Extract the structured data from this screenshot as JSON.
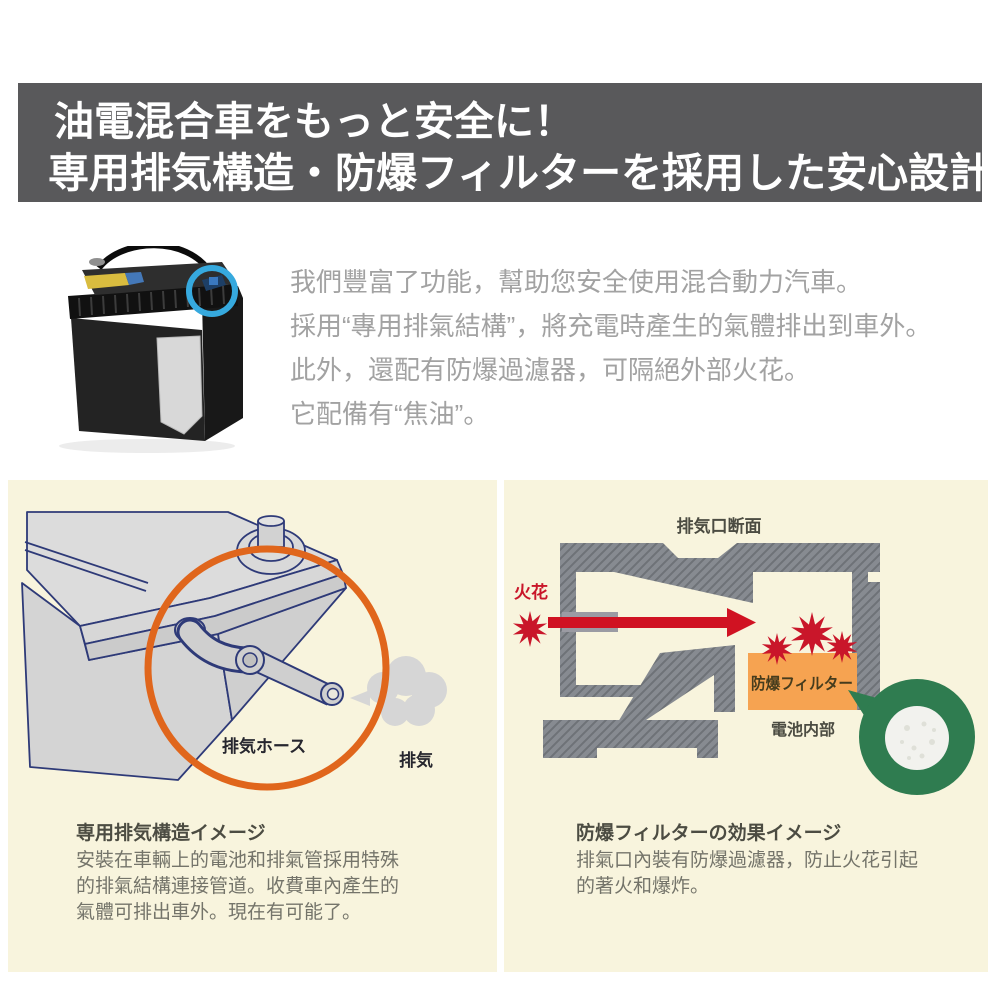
{
  "banner": {
    "line1": "油電混合車をもっと安全に！",
    "line2": "専用排気構造・防爆フィルターを採用した安心設計",
    "bg_color": "#59595b",
    "text_color": "#ffffff"
  },
  "intro": {
    "line1": "我們豐富了功能，幫助您安全使用混合動力汽車。",
    "line2": "採用“專用排氣結構”，將充電時產生的氣體排出到車外。",
    "line3": "此外，還配有防爆過濾器，可隔絕外部火花。",
    "line4": "它配備有“焦油”。",
    "text_color": "#a2a2a2"
  },
  "exhaust_panel": {
    "title": "専用排気構造イメージ",
    "body_line1": "安裝在車輛上的電池和排氣管採用特殊",
    "body_line2": "的排氣結構連接管道。收費車內產生的",
    "body_line3": "氣體可排出車外。現在有可能了。",
    "hose_label": "排気ホース",
    "exhaust_label": "排気",
    "panel_bg": "#f8f4dd",
    "highlight_circle_color": "#e0661c",
    "outline_color": "#2e3a78"
  },
  "filter_panel": {
    "title": "防爆フィルターの効果イメージ",
    "body_line1": "排氣口內裝有防爆過濾器，防止火花引起",
    "body_line2": "的著火和爆炸。",
    "section_label": "排気口断面",
    "spark_label": "火花",
    "filter_label": "防爆フィルター",
    "battery_inner_label": "電池内部",
    "panel_bg": "#f8f4dd",
    "filter_box_color": "#f6a351",
    "spark_color": "#c9162a",
    "metal_color": "#878b91",
    "bubble_green_color": "#2f7c50"
  },
  "product_photo": {
    "description_colors": {
      "battery_body": "#232323",
      "highlight_circle": "#36a9de",
      "label_yellow": "#d9bc3f"
    }
  }
}
